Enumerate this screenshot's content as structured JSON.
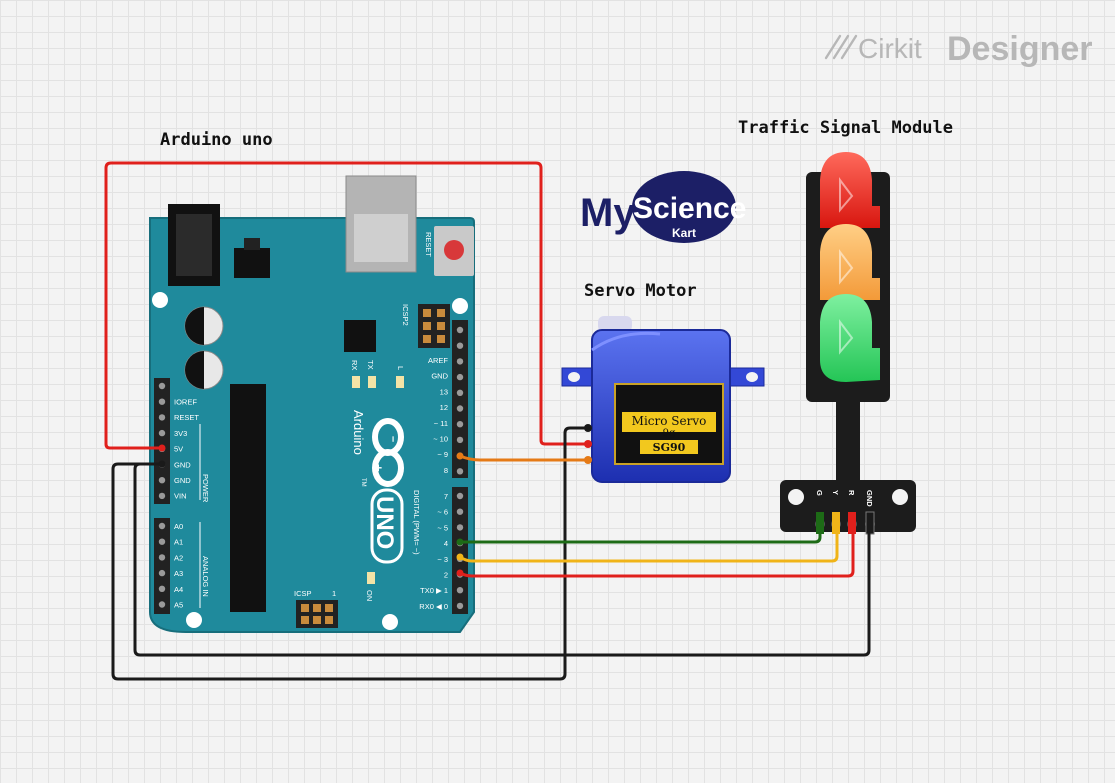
{
  "watermark": {
    "prefix": "Cirkit",
    "suffix": "Designer"
  },
  "labels": {
    "arduino": "Arduino uno",
    "servo": "Servo Motor",
    "traffic": "Traffic Signal Module"
  },
  "logo": {
    "my": "My",
    "science": "Science",
    "kart": "Kart"
  },
  "arduino": {
    "reset": "RESET",
    "icsp2": "ICSP2",
    "icsp": "ICSP",
    "rx": "RX",
    "tx": "TX",
    "l": "L",
    "brand": "Arduino",
    "tm": "TM",
    "uno": "UNO",
    "on": "ON",
    "power_group": "POWER",
    "analog_group": "ANALOG IN",
    "digital_group": "DIGITAL (PWM= ~)",
    "power_pins": [
      "IOREF",
      "RESET",
      "3V3",
      "5V",
      "GND",
      "GND",
      "VIN"
    ],
    "analog_pins": [
      "A0",
      "A1",
      "A2",
      "A3",
      "A4",
      "A5"
    ],
    "digital_top": [
      "AREF",
      "GND",
      "13",
      "12",
      "~ 11",
      "~ 10",
      "~ 9",
      "8"
    ],
    "digital_bottom": [
      "7",
      "~ 6",
      "~ 5",
      "4",
      "~ 3",
      "2",
      "TX0 ▶ 1",
      "RX0 ◀ 0"
    ]
  },
  "servo": {
    "line1": "Micro Servo",
    "line2": "9g",
    "model": "SG90"
  },
  "traffic": {
    "pins": [
      "G",
      "Y",
      "R",
      "GND"
    ]
  },
  "colors": {
    "board": "#1f8a9c",
    "wire_red": "#e0201c",
    "wire_black": "#1a1a1a",
    "wire_orange": "#e57a16",
    "wire_green": "#1d6b16",
    "wire_yellow": "#f0b418",
    "servo_blue": "#2a3fc8"
  }
}
